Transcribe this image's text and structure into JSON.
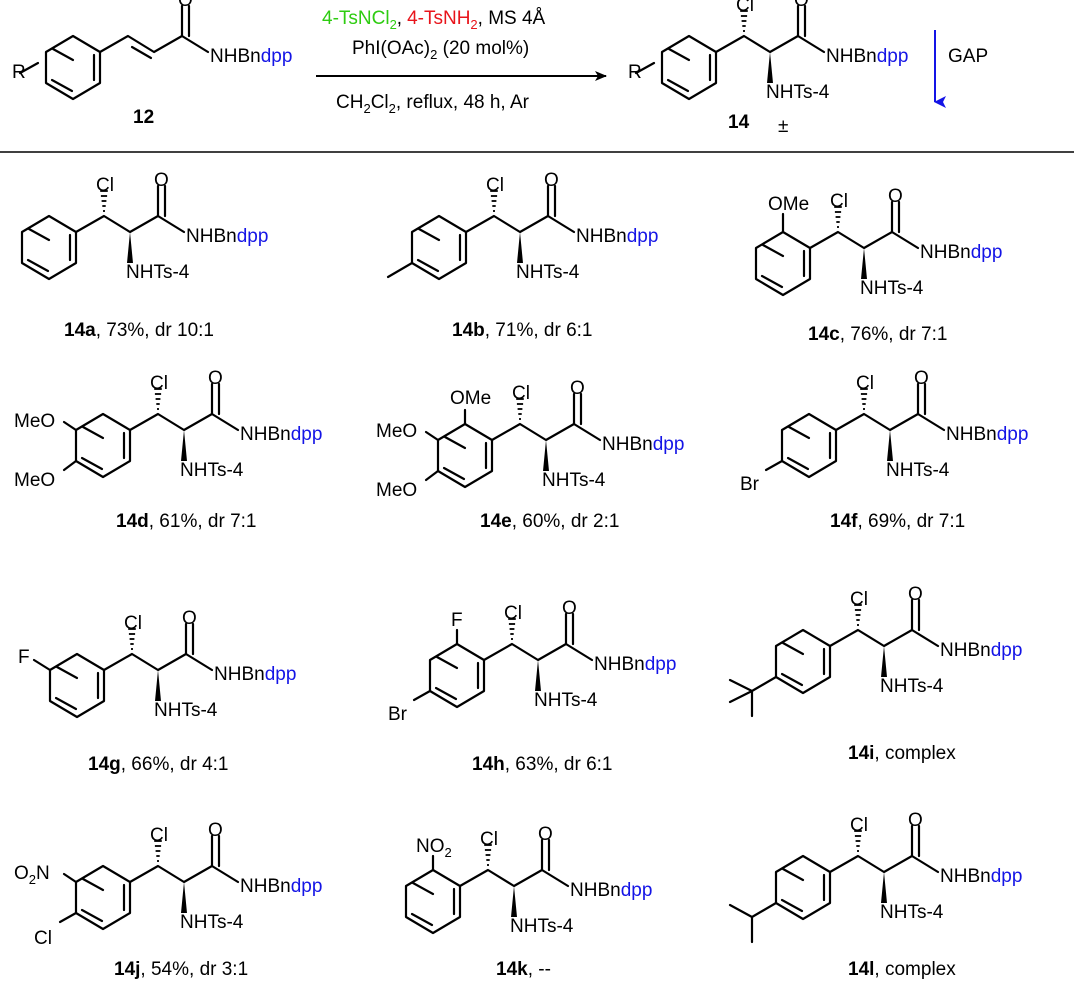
{
  "colors": {
    "chlorine": "#2ecc11",
    "tosyl": "#e8141b",
    "dpp": "#1414e6",
    "bond": "#000000"
  },
  "reaction": {
    "substrate_label": "12",
    "substrate_amide": "NHBn",
    "dpp": "dpp",
    "r_group": "R",
    "reagent_cl": "4-TsNCl",
    "reagent_cl_sub": "2",
    "reagent_sep": ",",
    "reagent_nh": "4-TsNH",
    "reagent_nh_sub": "2",
    "reagent_ms": ", MS 4Å",
    "catalyst": "PhI(OAc)",
    "catalyst_sub": "2",
    "catalyst_load": " (20 mol%)",
    "cond_solvent": "CH",
    "cond_sub1": "2",
    "cond_cl": "Cl",
    "cond_sub2": "2",
    "cond_rest": ", reflux, 48 h, Ar",
    "product_label": "14",
    "racemic": "±",
    "cl": "Cl",
    "nhts": "NHTs-4",
    "oxygen": "O",
    "gap_label": "GAP"
  },
  "substituents": {
    "ome": "OMe",
    "meo": "MeO",
    "br": "Br",
    "f": "F",
    "cl": "Cl",
    "no2": "NO",
    "no2_sub": "2",
    "o2n": "O",
    "o2n_sub": "2",
    "o2n_n": "N"
  },
  "products": [
    {
      "id": "14a",
      "result": ", 73%, dr 10:1"
    },
    {
      "id": "14b",
      "result": ", 71%, dr 6:1"
    },
    {
      "id": "14c",
      "result": ", 76%, dr 7:1"
    },
    {
      "id": "14d",
      "result": ", 61%, dr 7:1"
    },
    {
      "id": "14e",
      "result": ", 60%, dr 2:1"
    },
    {
      "id": "14f",
      "result": ", 69%, dr 7:1"
    },
    {
      "id": "14g",
      "result": ", 66%, dr 4:1"
    },
    {
      "id": "14h",
      "result": ", 63%, dr 6:1"
    },
    {
      "id": "14i",
      "result": ", complex"
    },
    {
      "id": "14j",
      "result": ", 54%, dr 3:1"
    },
    {
      "id": "14k",
      "result": ", --"
    },
    {
      "id": "14l",
      "result": ", complex"
    }
  ]
}
